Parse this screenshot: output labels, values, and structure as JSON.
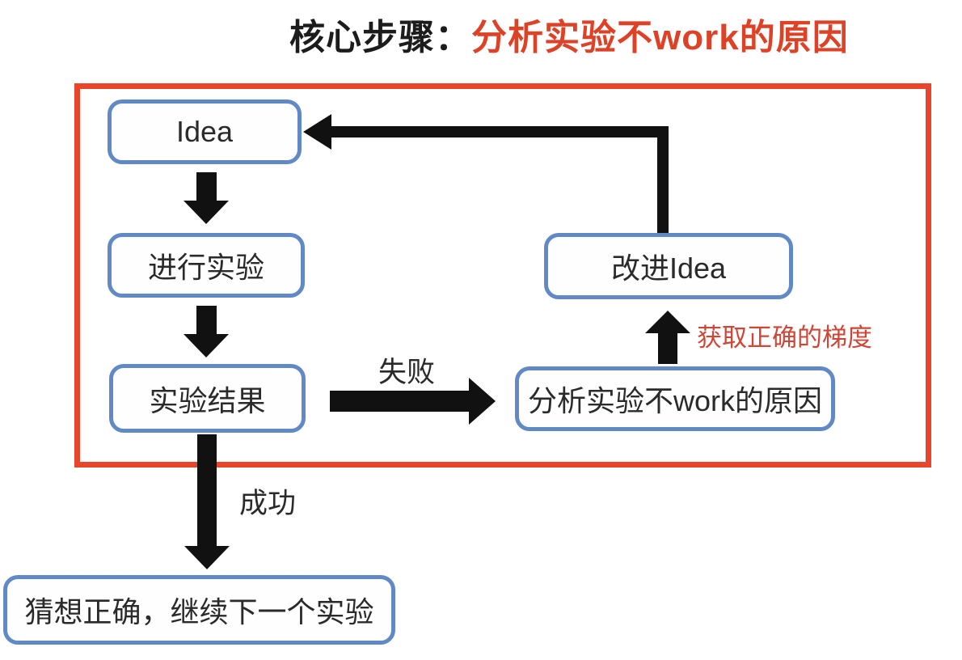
{
  "title": {
    "prefix": "核心步骤：",
    "highlight": "分析实验不work的原因"
  },
  "colors": {
    "frame_red": "#e8452b",
    "title_red": "#dd4226",
    "note_red": "#cf4536",
    "box_border_blue": "#6189c6",
    "arrow_black": "#111111"
  },
  "nodes": {
    "idea": "Idea",
    "run_experiment": "进行实验",
    "experiment_result": "实验结果",
    "improve_idea": "改进Idea",
    "analyze_failure": "分析实验不work的原因",
    "continue_next": "猜想正确，继续下一个实验"
  },
  "edge_labels": {
    "failure": "失败",
    "success": "成功",
    "gradient_note": "获取正确的梯度"
  }
}
